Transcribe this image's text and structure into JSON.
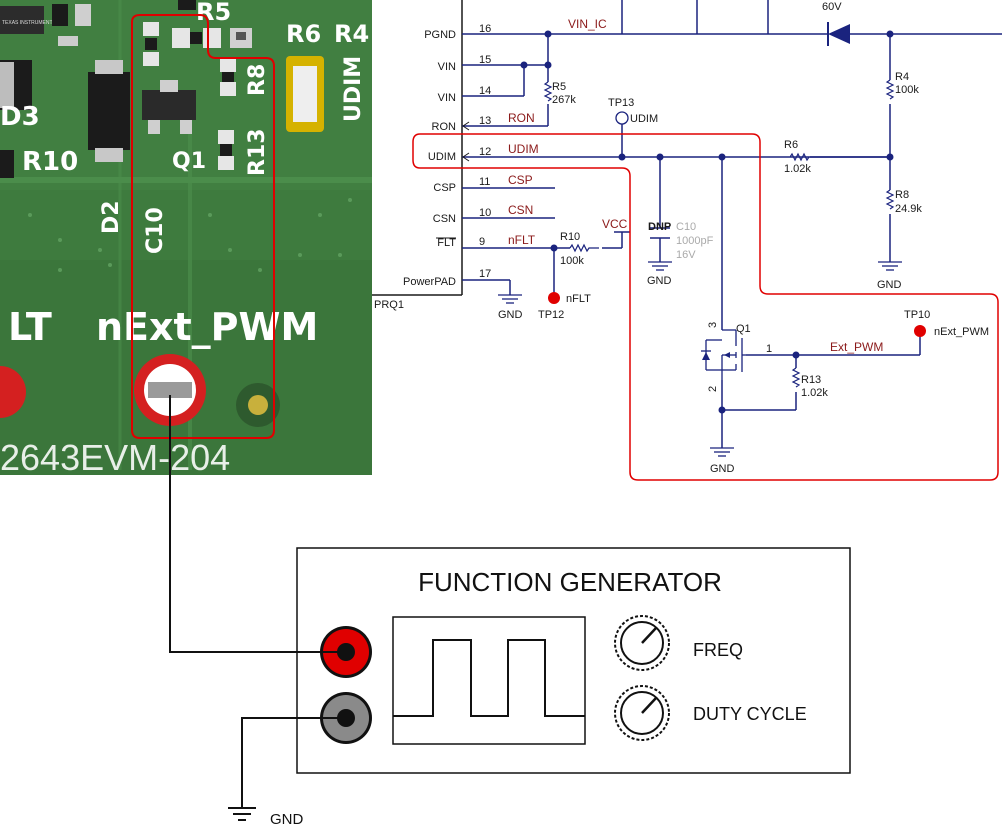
{
  "pcb": {
    "ref_r5": "R5",
    "ref_r6": "R6",
    "ref_r4": "R4",
    "ref_r8": "R8",
    "ref_r13": "R13",
    "ref_q1": "Q1",
    "ref_d2": "D2",
    "ref_c10": "C10",
    "ref_r10": "R10",
    "ref_d3": "D3",
    "udim_silk": "UDIM",
    "flt_silk": "LT",
    "next_pwm_silk": "nExt_PWM",
    "board_name": "2643EVM-204",
    "logo_text": "TEXAS INSTRUMENTS"
  },
  "schematic": {
    "ic_ref": "PRQ1",
    "pins": [
      {
        "name": "PGND",
        "num": "16"
      },
      {
        "name": "VIN",
        "num": "15"
      },
      {
        "name": "VIN",
        "num": "14"
      },
      {
        "name": "RON",
        "num": "13"
      },
      {
        "name": "UDIM",
        "num": "12"
      },
      {
        "name": "CSP",
        "num": "11"
      },
      {
        "name": "CSN",
        "num": "10"
      },
      {
        "name": "FLT",
        "num": "9"
      },
      {
        "name": "PowerPAD",
        "num": "17"
      }
    ],
    "nets": {
      "vin_ic": "VIN_IC",
      "ron": "RON",
      "udim": "UDIM",
      "csp": "CSP",
      "csn": "CSN",
      "nflt": "nFLT",
      "vcc": "VCC",
      "ext_pwm": "Ext_PWM",
      "gnd": "GND"
    },
    "components": {
      "r5_ref": "R5",
      "r5_val": "267k",
      "r4_ref": "R4",
      "r4_val": "100k",
      "r6_ref": "R6",
      "r6_val": "1.02k",
      "r8_ref": "R8",
      "r8_val": "24.9k",
      "r10_ref": "R10",
      "r10_val": "100k",
      "r13_ref": "R13",
      "r13_val": "1.02k",
      "c10_dnp": "DNP",
      "c10_ref": "C10",
      "c10_val": "1000pF",
      "c10_volt": "16V",
      "q1_ref": "Q1",
      "q1_pin3": "3",
      "q1_pin1": "1",
      "q1_pin2": "2",
      "diode_val": "60V"
    },
    "testpoints": {
      "tp13": "TP13",
      "tp13_label": "UDIM",
      "tp12": "TP12",
      "tp12_label": "nFLT",
      "tp10": "TP10",
      "tp10_label": "nExt_PWM"
    }
  },
  "generator": {
    "title": "FUNCTION GENERATOR",
    "knob1_label": "FREQ",
    "knob2_label": "DUTY CYCLE",
    "gnd_label": "GND"
  },
  "colors": {
    "pcb_green": "#3f7a3f",
    "highlight_red": "#e00000",
    "wire_blue": "#1a237e",
    "jack_red": "#e00000",
    "jack_grey": "#8a8a8a"
  }
}
